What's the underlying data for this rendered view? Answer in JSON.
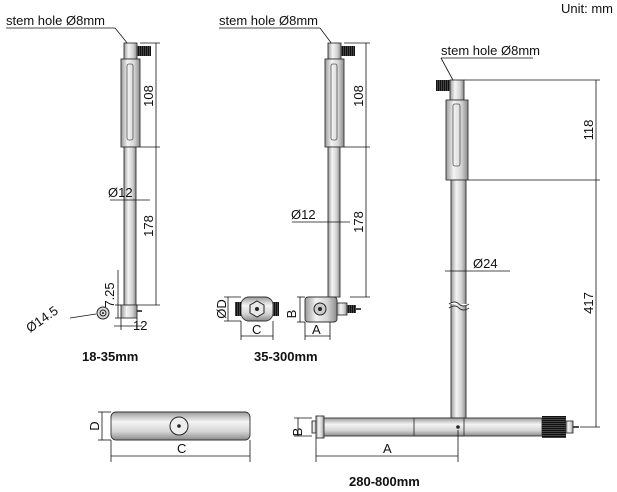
{
  "unit_label": "Unit: mm",
  "stem_hole_label": "stem hole Ø8mm",
  "colors": {
    "line": "#111111",
    "metal_light": "#f2f2f2",
    "metal_mid": "#c9c9c9",
    "metal_dark": "#8a8a8a",
    "knurl": "#2a2a2a"
  },
  "model_18_35": {
    "caption": "18-35mm",
    "dims": {
      "handle": "108",
      "rod": "178",
      "rod_dia": "Ø12",
      "head": "7.25",
      "head_width": "12",
      "ring_dia": "Ø14.5"
    }
  },
  "model_35_300": {
    "caption": "35-300mm",
    "dims": {
      "handle": "108",
      "rod": "178",
      "rod_dia": "Ø12",
      "d": "ØD",
      "c": "C",
      "b": "B",
      "a": "A"
    }
  },
  "model_280_800": {
    "caption": "280-800mm",
    "dims": {
      "handle": "118",
      "rod": "417",
      "rod_dia": "Ø24",
      "d": "D",
      "c": "C",
      "b": "B",
      "a": "A"
    }
  }
}
